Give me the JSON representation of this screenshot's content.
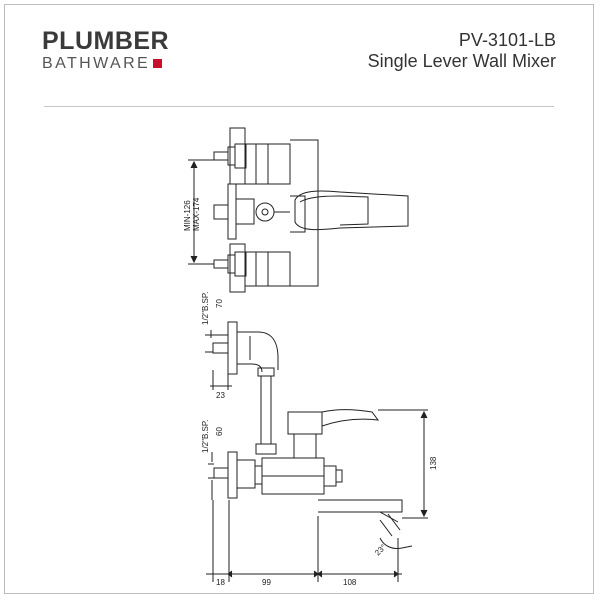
{
  "brand": {
    "name_top": "PLUMBER",
    "name_bottom": "BATHWARE",
    "accent_color": "#c8102e"
  },
  "product": {
    "code": "PV-3101-LB",
    "name": "Single Lever Wall Mixer"
  },
  "dimensions": {
    "center_range_min": "MIN-126",
    "center_range_max": "MAX-174",
    "inlet_thread_top": "1/2\"B.SP.",
    "inlet_height_top": "70",
    "inlet_offset": "23",
    "inlet_thread_bottom": "1/2\"B.SP.",
    "inlet_height_bottom": "60",
    "spout_height": "138",
    "spout_angle": "23°",
    "base_offset": "18",
    "body_depth": "99",
    "spout_reach": "108"
  },
  "colors": {
    "line": "#222222",
    "frame": "#bdbdbd"
  }
}
